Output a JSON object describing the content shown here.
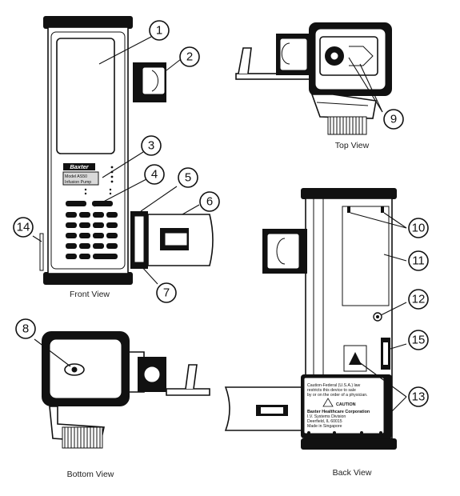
{
  "views": {
    "front": "Front View",
    "top": "Top View",
    "bottom": "Bottom View",
    "back": "Back View"
  },
  "pump_brand": "Baxter",
  "pump_model_line1": "Model AS50",
  "pump_model_line2": "Infusion Pump",
  "back_label": {
    "caution_text_1": "Caution-Federal (U.S.A.) law",
    "caution_text_2": "restricts this device to sale",
    "caution_text_3": "by or on the order of a physician.",
    "caution_heading": "CAUTION",
    "company": "Baxter Healthcare Corporation",
    "address_1": "I.V. Systems Division",
    "address_2": "Deerfield, IL 60015",
    "address_3": "Made in Singapore"
  },
  "callouts": [
    "1",
    "2",
    "3",
    "4",
    "5",
    "6",
    "7",
    "8",
    "9",
    "10",
    "11",
    "12",
    "13",
    "14",
    "15"
  ]
}
